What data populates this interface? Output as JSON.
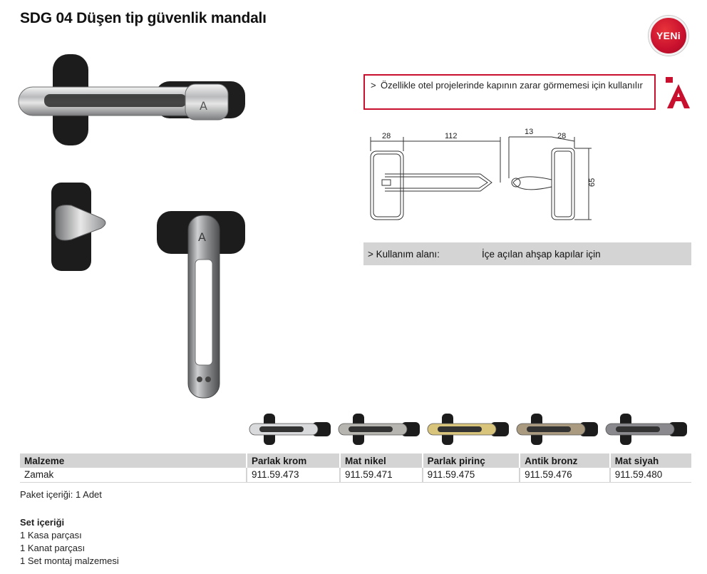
{
  "product": {
    "title": "SDG 04 Düşen tip güvenlik mandalı",
    "badge": "YENi",
    "feature_bullet": ">",
    "feature_text": "Özellikle otel projelerinde kapının zarar görmemesi için kullanılır",
    "usage_label": "> Kullanım alanı:",
    "usage_value": "İçe açılan ahşap kapılar için"
  },
  "dimensions": {
    "d1": "28",
    "d2": "112",
    "d3": "13",
    "d4": "28",
    "d5": "65"
  },
  "table": {
    "headers": [
      "Malzeme",
      "Parlak krom",
      "Mat nikel",
      "Parlak pirinç",
      "Antik bronz",
      "Mat siyah"
    ],
    "row": [
      "Zamak",
      "911.59.473",
      "911.59.471",
      "911.59.475",
      "911.59.476",
      "911.59.480"
    ]
  },
  "finish_colors": {
    "parlak_krom": "#d9dadc",
    "mat_nikel": "#b7b5b0",
    "parlak_pirinc": "#d8c47a",
    "antik_bronz": "#a99a80",
    "mat_siyah": "#8a8a8e"
  },
  "brand": {
    "accent": "#c8102e"
  },
  "package": {
    "text": "Paket içeriği: 1 Adet"
  },
  "set": {
    "title": "Set içeriği",
    "items": [
      "1 Kasa parçası",
      "1 Kanat parçası",
      "1 Set montaj malzemesi"
    ]
  }
}
